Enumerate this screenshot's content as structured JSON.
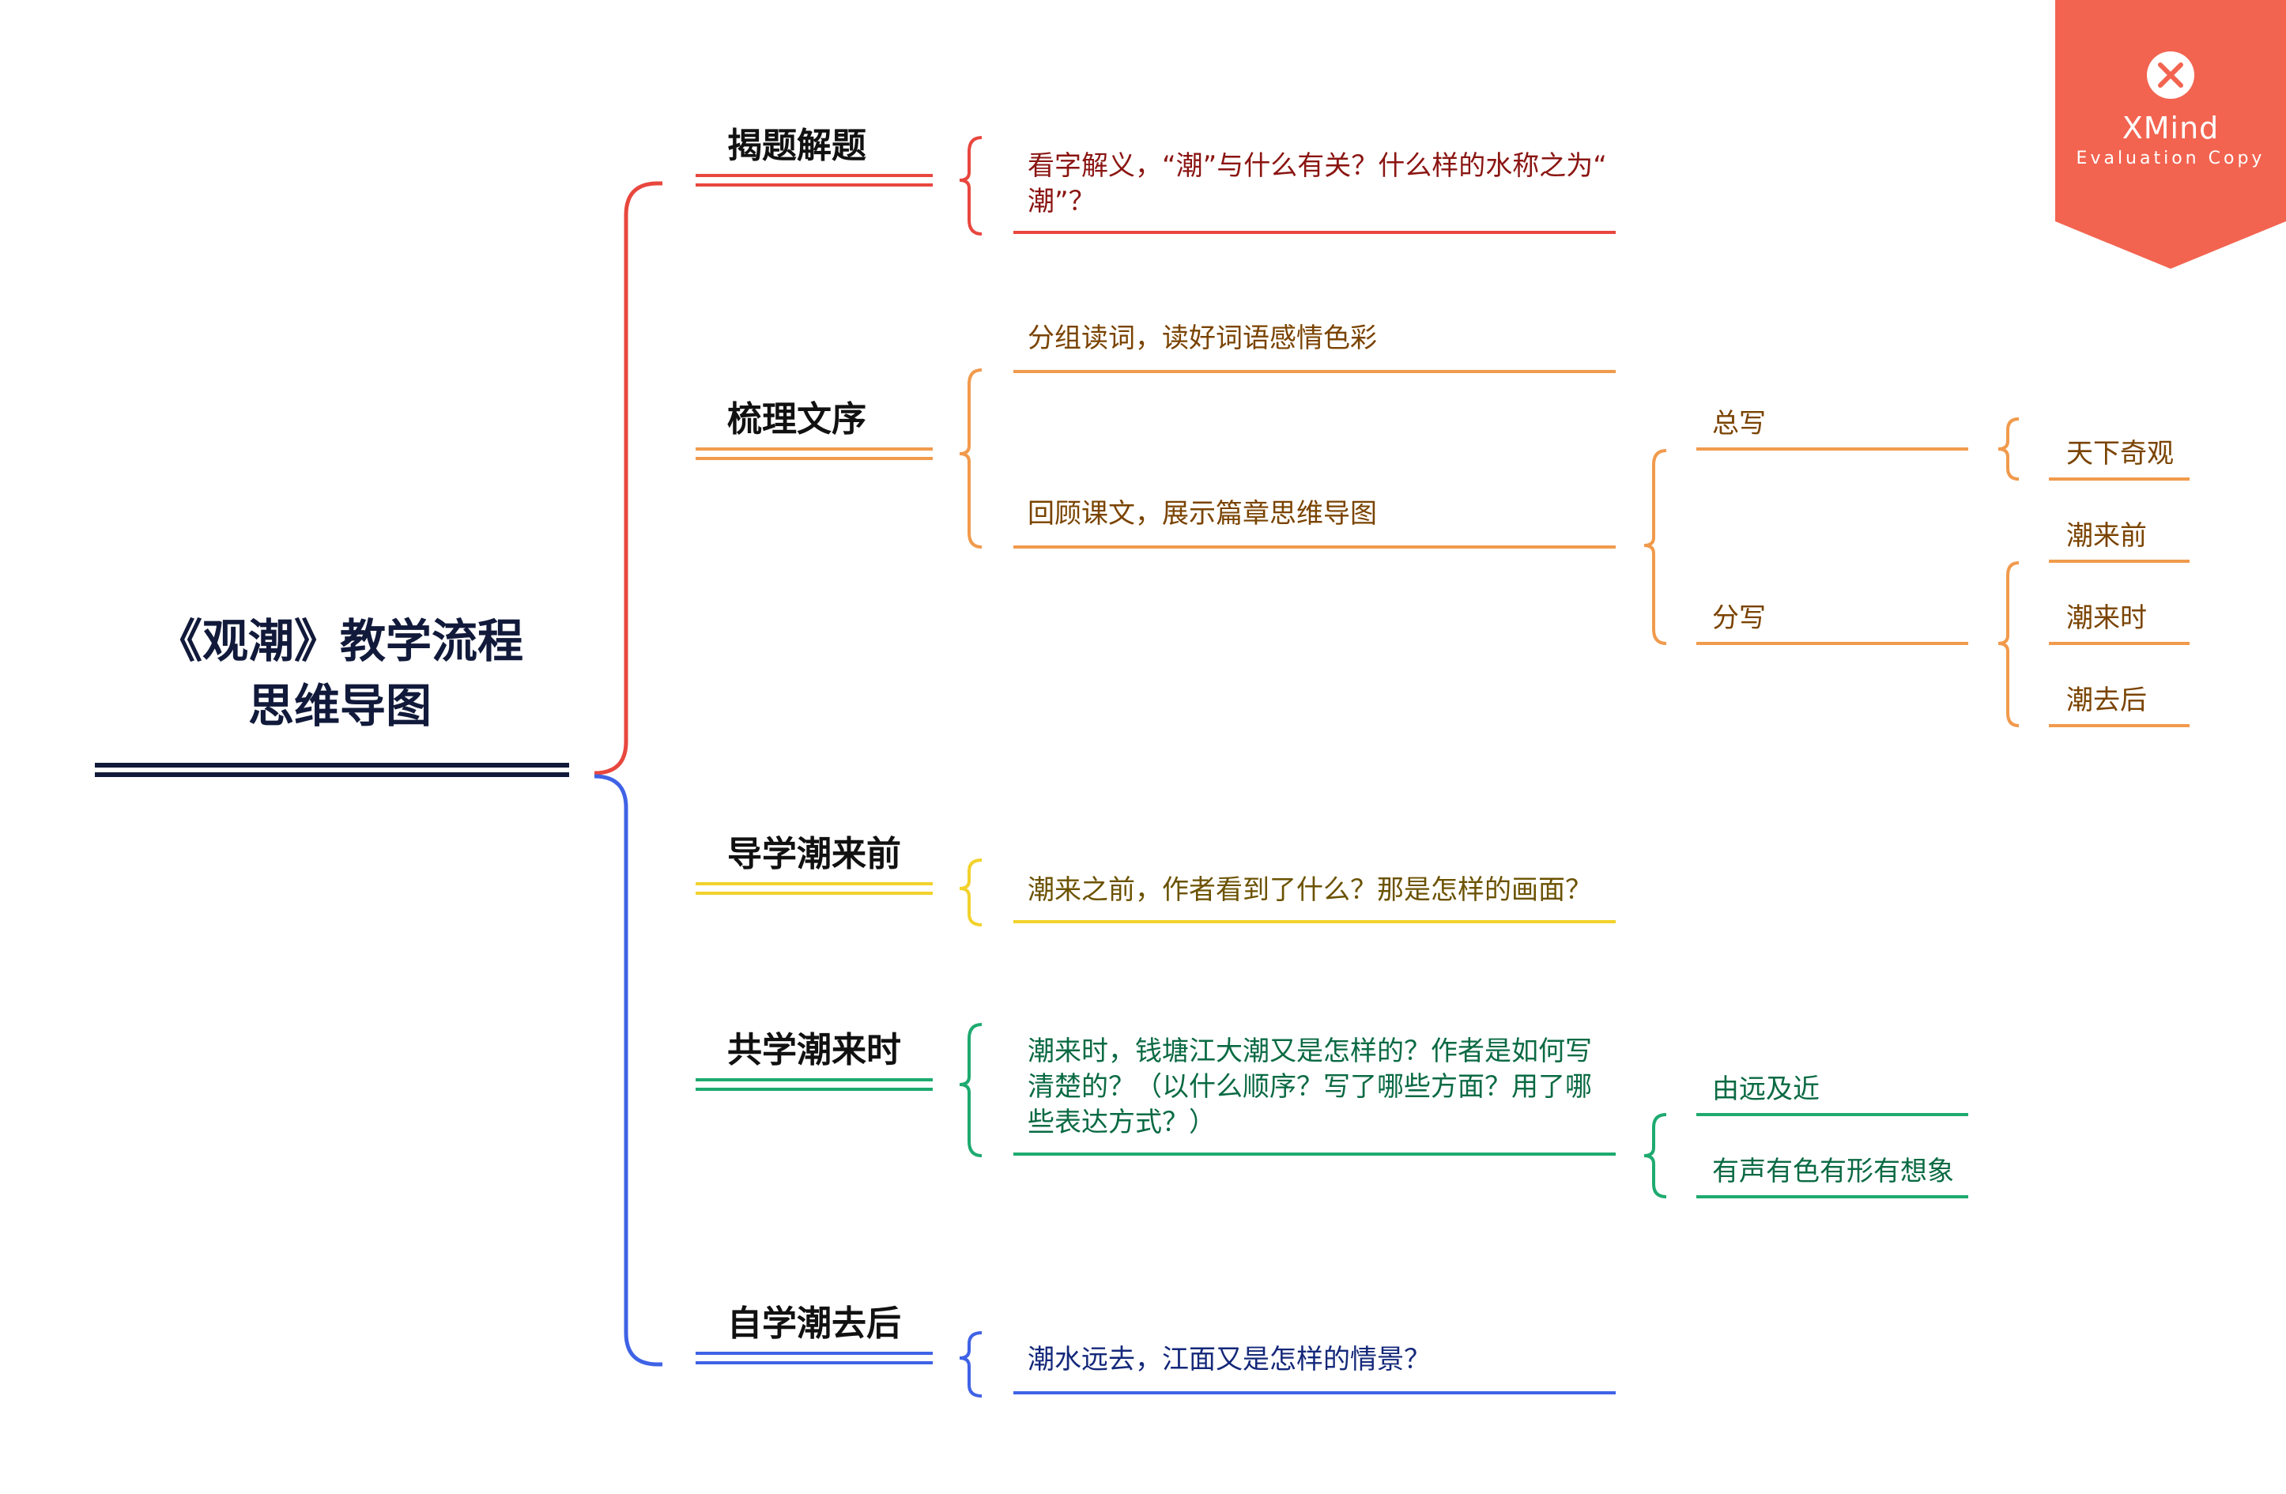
{
  "root": {
    "line1": "《观潮》教学流程",
    "line2": "思维导图"
  },
  "branches": [
    {
      "label": "揭题解题",
      "color": "#e8473e",
      "items": [
        {
          "lines": [
            "看字解义，“潮”与什么有关？什么样的水称之为“",
            "潮”？"
          ]
        }
      ]
    },
    {
      "label": "梳理文序",
      "color": "#f19a4c",
      "items": [
        {
          "lines": [
            "分组读词，读好词语感情色彩"
          ]
        },
        {
          "lines": [
            "回顾课文，展示篇章思维导图"
          ],
          "children": [
            {
              "label": "总写",
              "children": [
                "天下奇观"
              ]
            },
            {
              "label": "分写",
              "children": [
                "潮来前",
                "潮来时",
                "潮去后"
              ]
            }
          ]
        }
      ]
    },
    {
      "label": "导学潮来前",
      "color": "#f2d22c",
      "items": [
        {
          "lines": [
            "潮来之前，作者看到了什么？那是怎样的画面？"
          ]
        }
      ]
    },
    {
      "label": "共学潮来时",
      "color": "#1eaa70",
      "items": [
        {
          "lines": [
            "潮来时，钱塘江大潮又是怎样的？作者是如何写",
            "清楚的？（以什么顺序？写了哪些方面？用了哪",
            "些表达方式？）"
          ],
          "children": [
            {
              "label": "由远及近"
            },
            {
              "label": "有声有色有形有想象"
            }
          ]
        }
      ]
    },
    {
      "label": "自学潮去后",
      "color": "#3f63e6",
      "items": [
        {
          "lines": [
            "潮水远去，江面又是怎样的情景？"
          ]
        }
      ]
    }
  ],
  "colors": {
    "root_underline": "#111a3a",
    "text_red": "#8a1512",
    "text_orange": "#7a4300",
    "text_yellow": "#6b5200",
    "text_green": "#0a6a43",
    "text_blue": "#14287a",
    "watermark": "#f26450"
  },
  "watermark": {
    "name": "XMind",
    "subtitle": "Evaluation Copy",
    "icon": "close-x-icon"
  }
}
